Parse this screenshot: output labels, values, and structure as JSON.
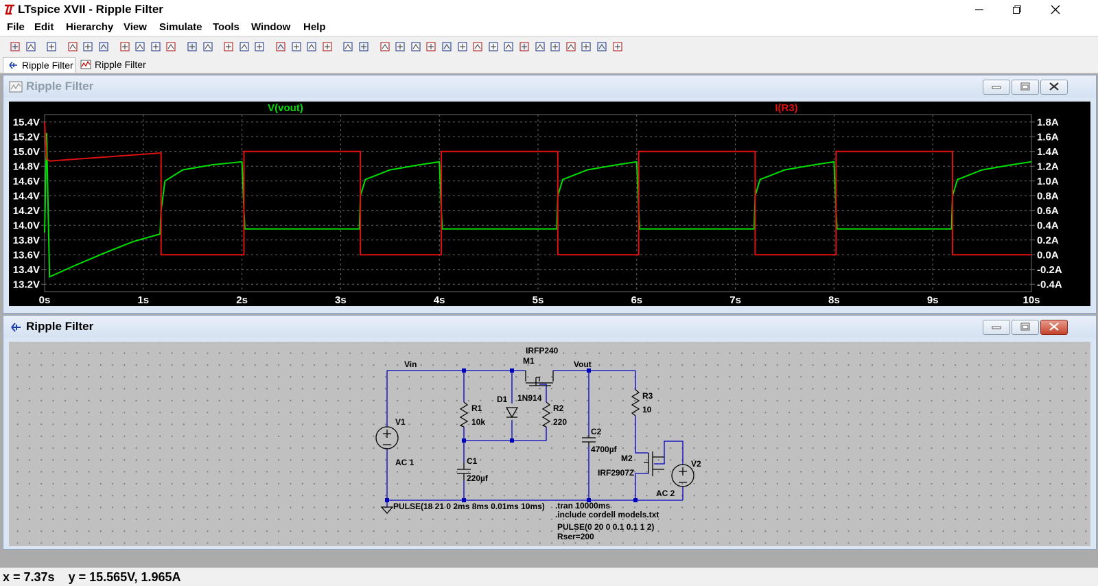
{
  "app": {
    "title": "LTspice XVII - Ripple Filter"
  },
  "menu": [
    {
      "label": "File"
    },
    {
      "label": "Edit"
    },
    {
      "label": "Hierarchy"
    },
    {
      "label": "View"
    },
    {
      "label": "Simulate"
    },
    {
      "label": "Tools"
    },
    {
      "label": "Window"
    },
    {
      "label": "Help"
    }
  ],
  "toolbar_icons": [
    "new-schematic-icon",
    "open-icon",
    "save-icon",
    "control-panel-icon",
    "run-icon",
    "halt-icon",
    "zoom-in-icon",
    "zoom-out-icon",
    "zoom-fit-icon",
    "zoom-cancel-icon",
    "autorange-icon",
    "grid-icon",
    "tile-horizontal-icon",
    "cascade-icon",
    "tile-vertical-icon",
    "cut-icon",
    "copy-icon",
    "paste-icon",
    "find-icon",
    "print-preview-icon",
    "print-icon",
    "wire-icon",
    "ground-icon",
    "label-net-icon",
    "resistor-icon",
    "capacitor-icon",
    "inductor-icon",
    "diode-icon",
    "component-icon",
    "move-icon",
    "drag-icon",
    "undo-icon",
    "redo-icon",
    "rotate-icon",
    "mirror-icon",
    "text-icon",
    "spice-directive-icon"
  ],
  "tabs": [
    {
      "label": "Ripple Filter",
      "icon": "schematic-icon",
      "active": true
    },
    {
      "label": "Ripple Filter",
      "icon": "waveform-icon",
      "active": false
    }
  ],
  "plot_window": {
    "title": "Ripple Filter",
    "trace1_label": "V(vout)",
    "trace2_label": "I(R3)",
    "colors": {
      "vout": "#00e000",
      "ir3": "#e01010",
      "background": "#000000",
      "grid": "#6a6a6a",
      "text": "#ffffff"
    }
  },
  "chart_data": {
    "type": "line",
    "title": "",
    "x_ticks": [
      "0s",
      "1s",
      "2s",
      "3s",
      "4s",
      "5s",
      "6s",
      "7s",
      "8s",
      "9s",
      "10s"
    ],
    "y_left_ticks": [
      "15.4V",
      "15.2V",
      "15.0V",
      "14.8V",
      "14.6V",
      "14.4V",
      "14.2V",
      "14.0V",
      "13.8V",
      "13.6V",
      "13.4V",
      "13.2V"
    ],
    "y_right_ticks": [
      "1.8A",
      "1.6A",
      "1.4A",
      "1.2A",
      "1.0A",
      "0.8A",
      "0.6A",
      "0.4A",
      "0.2A",
      "0.0A",
      "-0.2A",
      "-0.4A"
    ],
    "xlim": [
      0,
      10
    ],
    "ylim_left": [
      13.1,
      15.5
    ],
    "ylim_right": [
      -0.5,
      1.9
    ],
    "grid": true,
    "series": [
      {
        "name": "V(vout)",
        "axis": "left",
        "color": "#00e000",
        "x": [
          0,
          0.02,
          0.05,
          0.3,
          0.6,
          0.9,
          1.17,
          1.18,
          1.22,
          1.4,
          1.7,
          2.0,
          2.02,
          2.03,
          3.19,
          3.2,
          3.25,
          3.5,
          3.8,
          4.0,
          4.02,
          4.03,
          5.19,
          5.2,
          5.25,
          5.5,
          5.8,
          6.0,
          6.02,
          6.03,
          7.19,
          7.2,
          7.25,
          7.5,
          7.8,
          8.0,
          8.02,
          8.03,
          9.19,
          9.2,
          9.25,
          9.5,
          9.8,
          10.0
        ],
        "y": [
          13.9,
          15.25,
          13.3,
          13.45,
          13.62,
          13.78,
          13.88,
          14.2,
          14.6,
          14.75,
          14.82,
          14.86,
          14.2,
          13.95,
          13.95,
          14.4,
          14.62,
          14.75,
          14.82,
          14.86,
          14.2,
          13.95,
          13.95,
          14.4,
          14.62,
          14.75,
          14.82,
          14.86,
          14.2,
          13.95,
          13.95,
          14.4,
          14.62,
          14.75,
          14.82,
          14.86,
          14.2,
          13.95,
          13.95,
          14.4,
          14.62,
          14.75,
          14.82,
          14.86
        ]
      },
      {
        "name": "I(R3)",
        "axis": "right",
        "color": "#e01010",
        "x": [
          0,
          0.02,
          0.05,
          1.18,
          1.18,
          2.02,
          2.02,
          3.2,
          3.2,
          4.02,
          4.02,
          5.2,
          5.2,
          6.02,
          6.02,
          7.2,
          7.2,
          8.02,
          8.02,
          9.2,
          9.2,
          10.0
        ],
        "y": [
          1.8,
          1.3,
          1.27,
          1.38,
          0.0,
          0.0,
          1.4,
          1.4,
          0.0,
          0.0,
          1.4,
          1.4,
          0.0,
          0.0,
          1.4,
          1.4,
          0.0,
          0.0,
          1.4,
          1.4,
          0.0,
          0.0
        ]
      }
    ]
  },
  "schematic_window": {
    "title": "Ripple Filter",
    "labels": {
      "vin": "Vin",
      "vout": "Vout",
      "irfp240": "IRFP240",
      "m1": "M1",
      "d1": "D1",
      "d1_model": "1N914",
      "r1": "R1",
      "r1_val": "10k",
      "r2": "R2",
      "r2_val": "220",
      "r3": "R3",
      "r3_val": "10",
      "v1": "V1",
      "v1_ac": "AC 1",
      "c1": "C1",
      "c1_val": "220µf",
      "c2": "C2",
      "c2_val": "4700µf",
      "m2": "M2",
      "m2_model": "IRF2907Z",
      "v2": "V2",
      "v2_ac": "AC 2",
      "pulse1": "PULSE(18 21 0 2ms 8ms 0.01ms 10ms)",
      "tran": ".tran 10000ms",
      "include": ".include cordell models.txt",
      "pulse2": "PULSE(0 20 0 0.1 0.1 1 2)",
      "rser": "Rser=200"
    },
    "colors": {
      "wire": "#0000c0",
      "background": "#c0c0c0"
    }
  },
  "status": {
    "text": "x = 7.37s    y = 15.565V, 1.965A"
  }
}
